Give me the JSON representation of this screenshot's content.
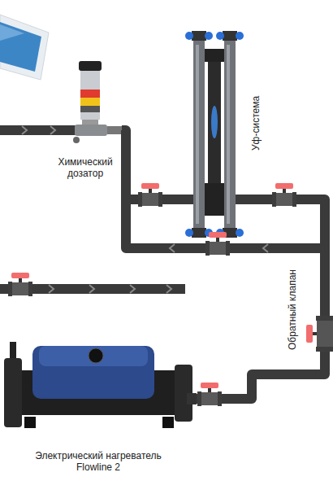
{
  "diagram": {
    "nodes": [
      {
        "text": [
          "Химический дозатор"
        ]
      },
      {
        "text": [
          "Уф-система"
        ]
      },
      {
        "text": [
          "Обратный клапан"
        ]
      },
      {
        "text": [
          "Электрический нагреватель Flowline 2"
        ]
      }
    ],
    "edges": [
      {
        "from": 0,
        "to": 1,
        "arrow": "none"
      },
      {
        "from": 1,
        "to": 2,
        "arrow": "none"
      },
      {
        "from": 2,
        "to": 3,
        "arrow": "none"
      }
    ]
  }
}
